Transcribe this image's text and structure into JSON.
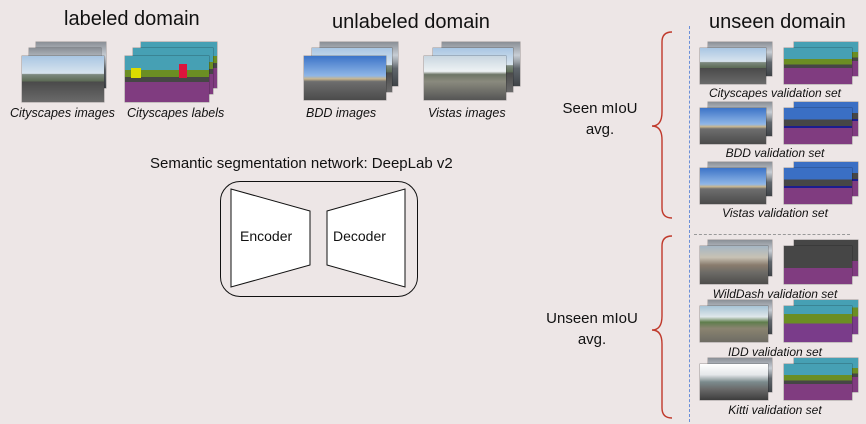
{
  "headers": {
    "labeled": "labeled domain",
    "unlabeled": "unlabeled domain",
    "unseen": "unseen domain"
  },
  "captions": {
    "cityscapes_images": "Cityscapes images",
    "cityscapes_labels": "Cityscapes labels",
    "bdd_images": "BDD images",
    "vistas_images": "Vistas images"
  },
  "network": {
    "title": "Semantic segmentation network: DeepLab v2",
    "encoder": "Encoder",
    "decoder": "Decoder"
  },
  "metrics": {
    "seen_line1": "Seen mIoU",
    "seen_line2": "avg.",
    "unseen_line1": "Unseen mIoU",
    "unseen_line2": "avg."
  },
  "validation_sets": {
    "cityscapes": "Cityscapes validation set",
    "bdd": "BDD validation set",
    "vistas": "Vistas validation set",
    "wilddash": "WildDash validation set",
    "idd": "IDD validation set",
    "kitti": "Kitti validation set"
  },
  "colors": {
    "background": "#ede6e6",
    "brace": "#c0392b",
    "divider_vertical": "#6b8fd8",
    "divider_horizontal": "#999999",
    "seg_road": "#803c80",
    "seg_sky": "#46a0b4",
    "seg_vegetation": "#6b8e23",
    "seg_building": "#464646"
  }
}
